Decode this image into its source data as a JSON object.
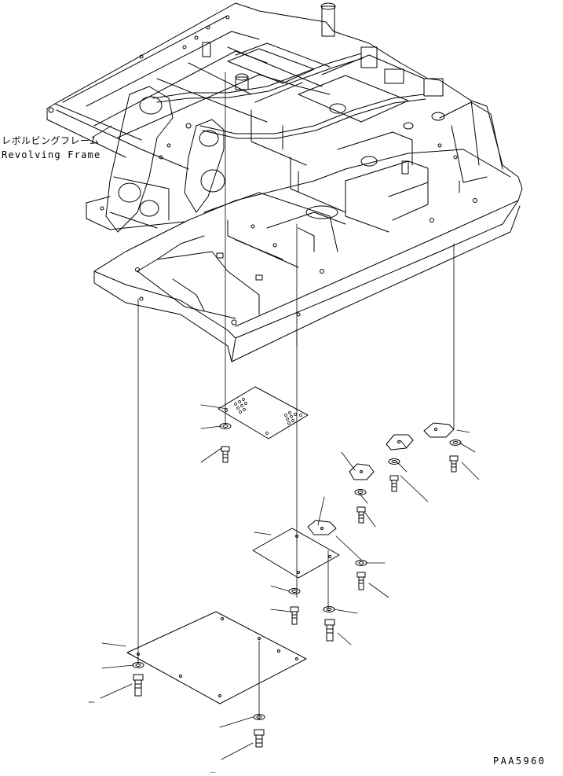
{
  "labels": {
    "frame_name_ja": "レボルビングフレーム",
    "frame_name_en": "Revolving Frame",
    "drawing_code": "PAA5960"
  },
  "colors": {
    "line": "#000000",
    "background": "#ffffff"
  },
  "parts": [
    {
      "name": "undercover-plate-front"
    },
    {
      "name": "undercover-plate-center"
    },
    {
      "name": "undercover-plate-rear"
    },
    {
      "name": "cover-small-1"
    },
    {
      "name": "cover-small-2"
    },
    {
      "name": "cover-small-3"
    },
    {
      "name": "cover-small-4"
    }
  ]
}
